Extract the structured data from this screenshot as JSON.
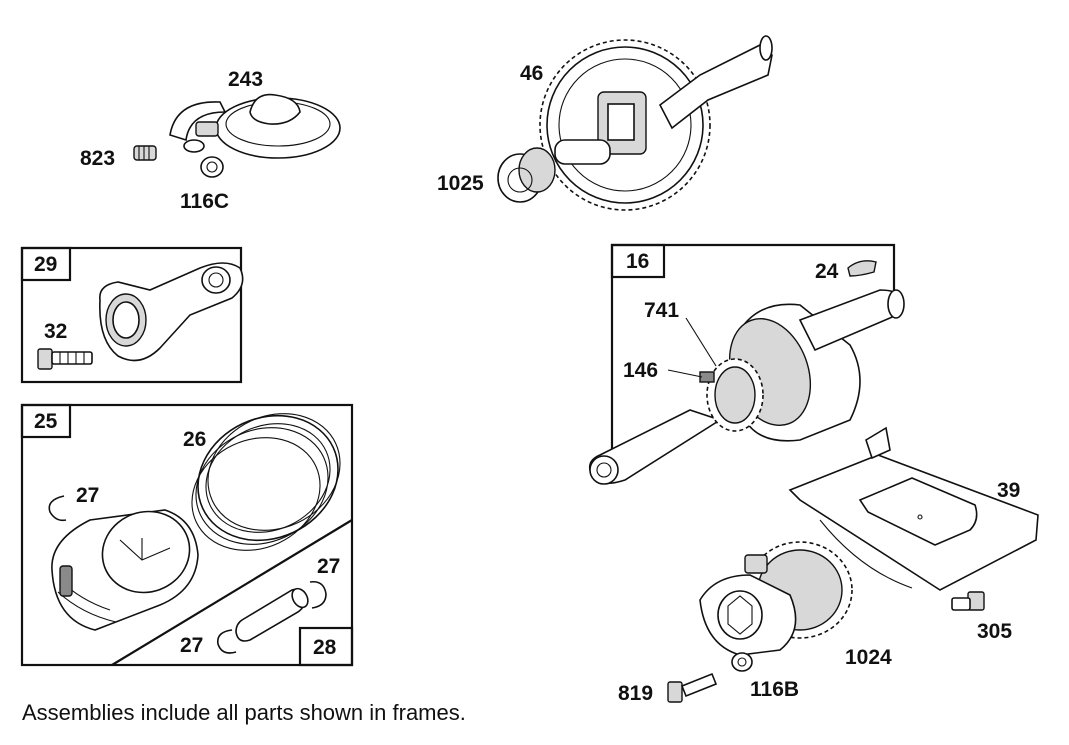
{
  "labels": {
    "p243": "243",
    "p823": "823",
    "p116c": "116C",
    "p46": "46",
    "p1025": "1025",
    "p16": "16",
    "p24": "24",
    "p741": "741",
    "p146": "146",
    "p29": "29",
    "p32": "32",
    "p25": "25",
    "p26": "26",
    "p27a": "27",
    "p27b": "27",
    "p27c": "27",
    "p28": "28",
    "p39": "39",
    "p305": "305",
    "p1024": "1024",
    "p819": "819",
    "p116b": "116B"
  },
  "caption": "Assemblies include all parts shown in frames."
}
